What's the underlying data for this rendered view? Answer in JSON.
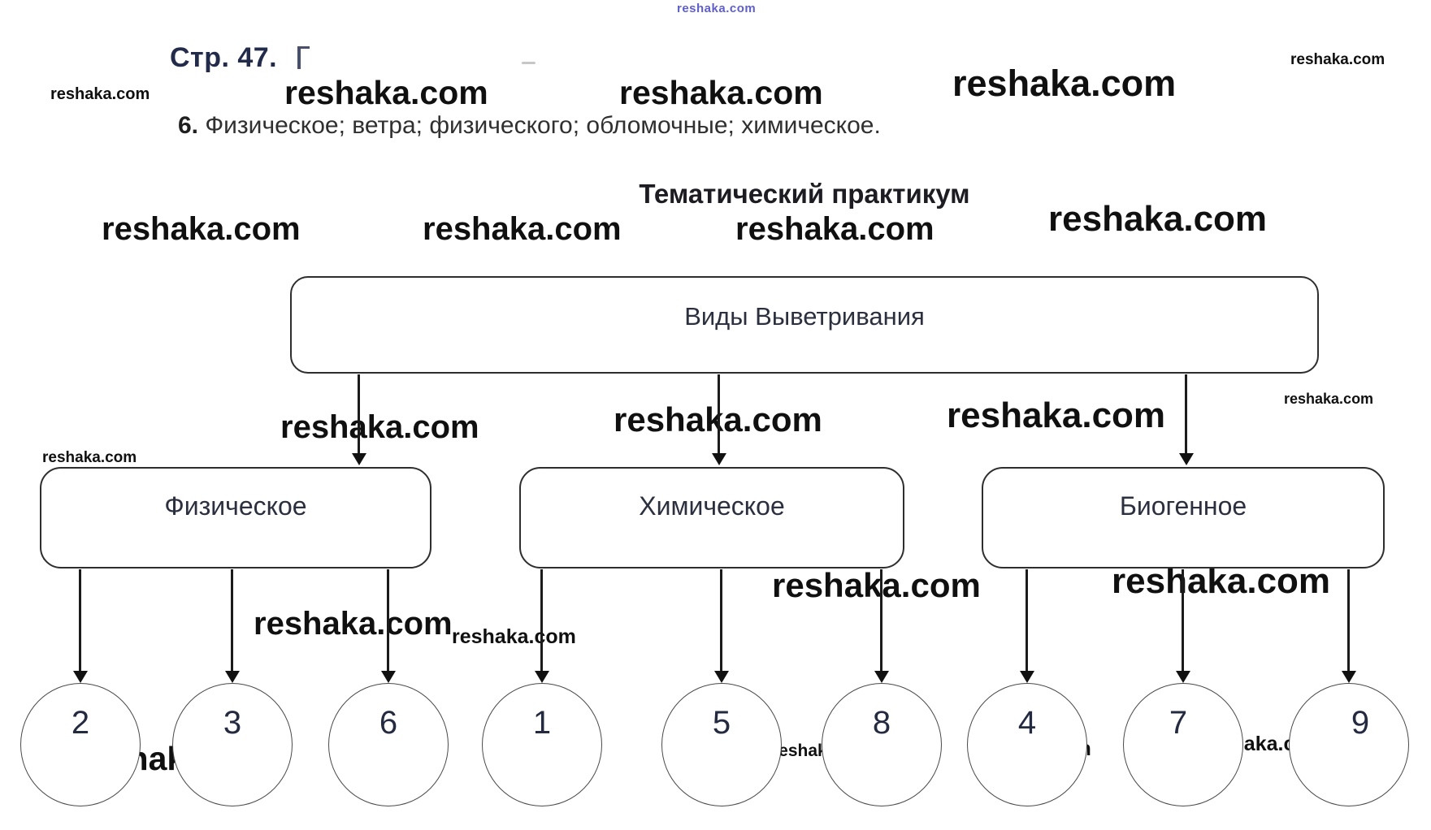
{
  "watermark": {
    "text": "reshaka.com"
  },
  "header": {
    "page_label": "Стр. 47.",
    "answer_number": "6.",
    "answer_text": " Физическое; ветра; физического; обломочные; химическое."
  },
  "diagram": {
    "title": "Тематический практикум",
    "root_label": "Виды Выветривания",
    "branches": [
      {
        "label": "Физическое",
        "children": [
          "2",
          "3",
          "6"
        ]
      },
      {
        "label": "Химическое",
        "children": [
          "1",
          "5",
          "8"
        ]
      },
      {
        "label": "Биогенное",
        "children": [
          "4",
          "7",
          "9"
        ]
      }
    ]
  },
  "colors": {
    "ink": "#2b2f3e",
    "watermark_black": "#101010",
    "watermark_blue": "#4343c4",
    "line": "#1b1b1b"
  }
}
